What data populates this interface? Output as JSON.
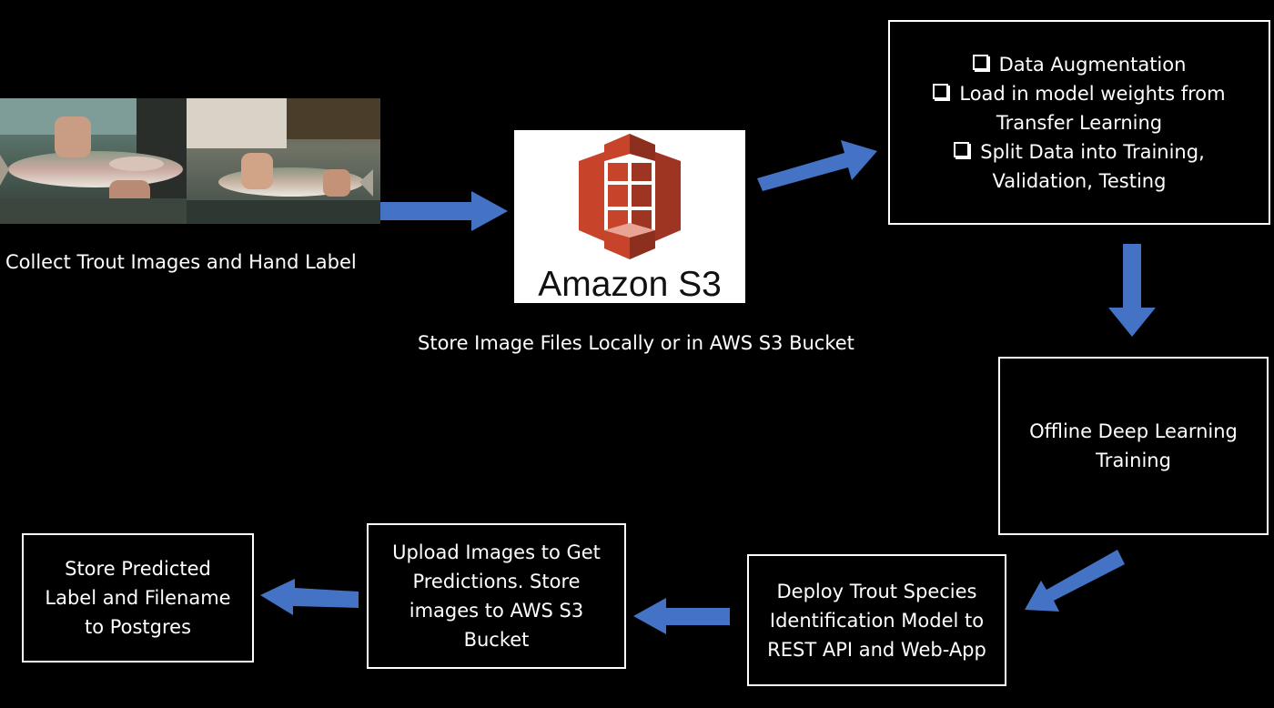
{
  "colors": {
    "background": "#000000",
    "text": "#ffffff",
    "arrow": "#4472c4",
    "s3_red": "#c7432a"
  },
  "diagram": {
    "collect": {
      "caption": "Collect Trout Images and Hand Label"
    },
    "s3": {
      "logo_text": "Amazon S3",
      "caption": "Store Image Files Locally or in AWS S3 Bucket"
    },
    "prep": {
      "items": [
        "Data Augmentation",
        "Load in model weights from Transfer Learning",
        "Split Data into Training, Validation, Testing"
      ]
    },
    "training": {
      "text": "Offline Deep Learning Training"
    },
    "deploy": {
      "text": "Deploy Trout Species Identification Model to REST API and Web-App"
    },
    "upload": {
      "text": "Upload Images to Get Predictions. Store images to AWS S3 Bucket"
    },
    "store": {
      "text": "Store Predicted Label and Filename to Postgres"
    }
  }
}
